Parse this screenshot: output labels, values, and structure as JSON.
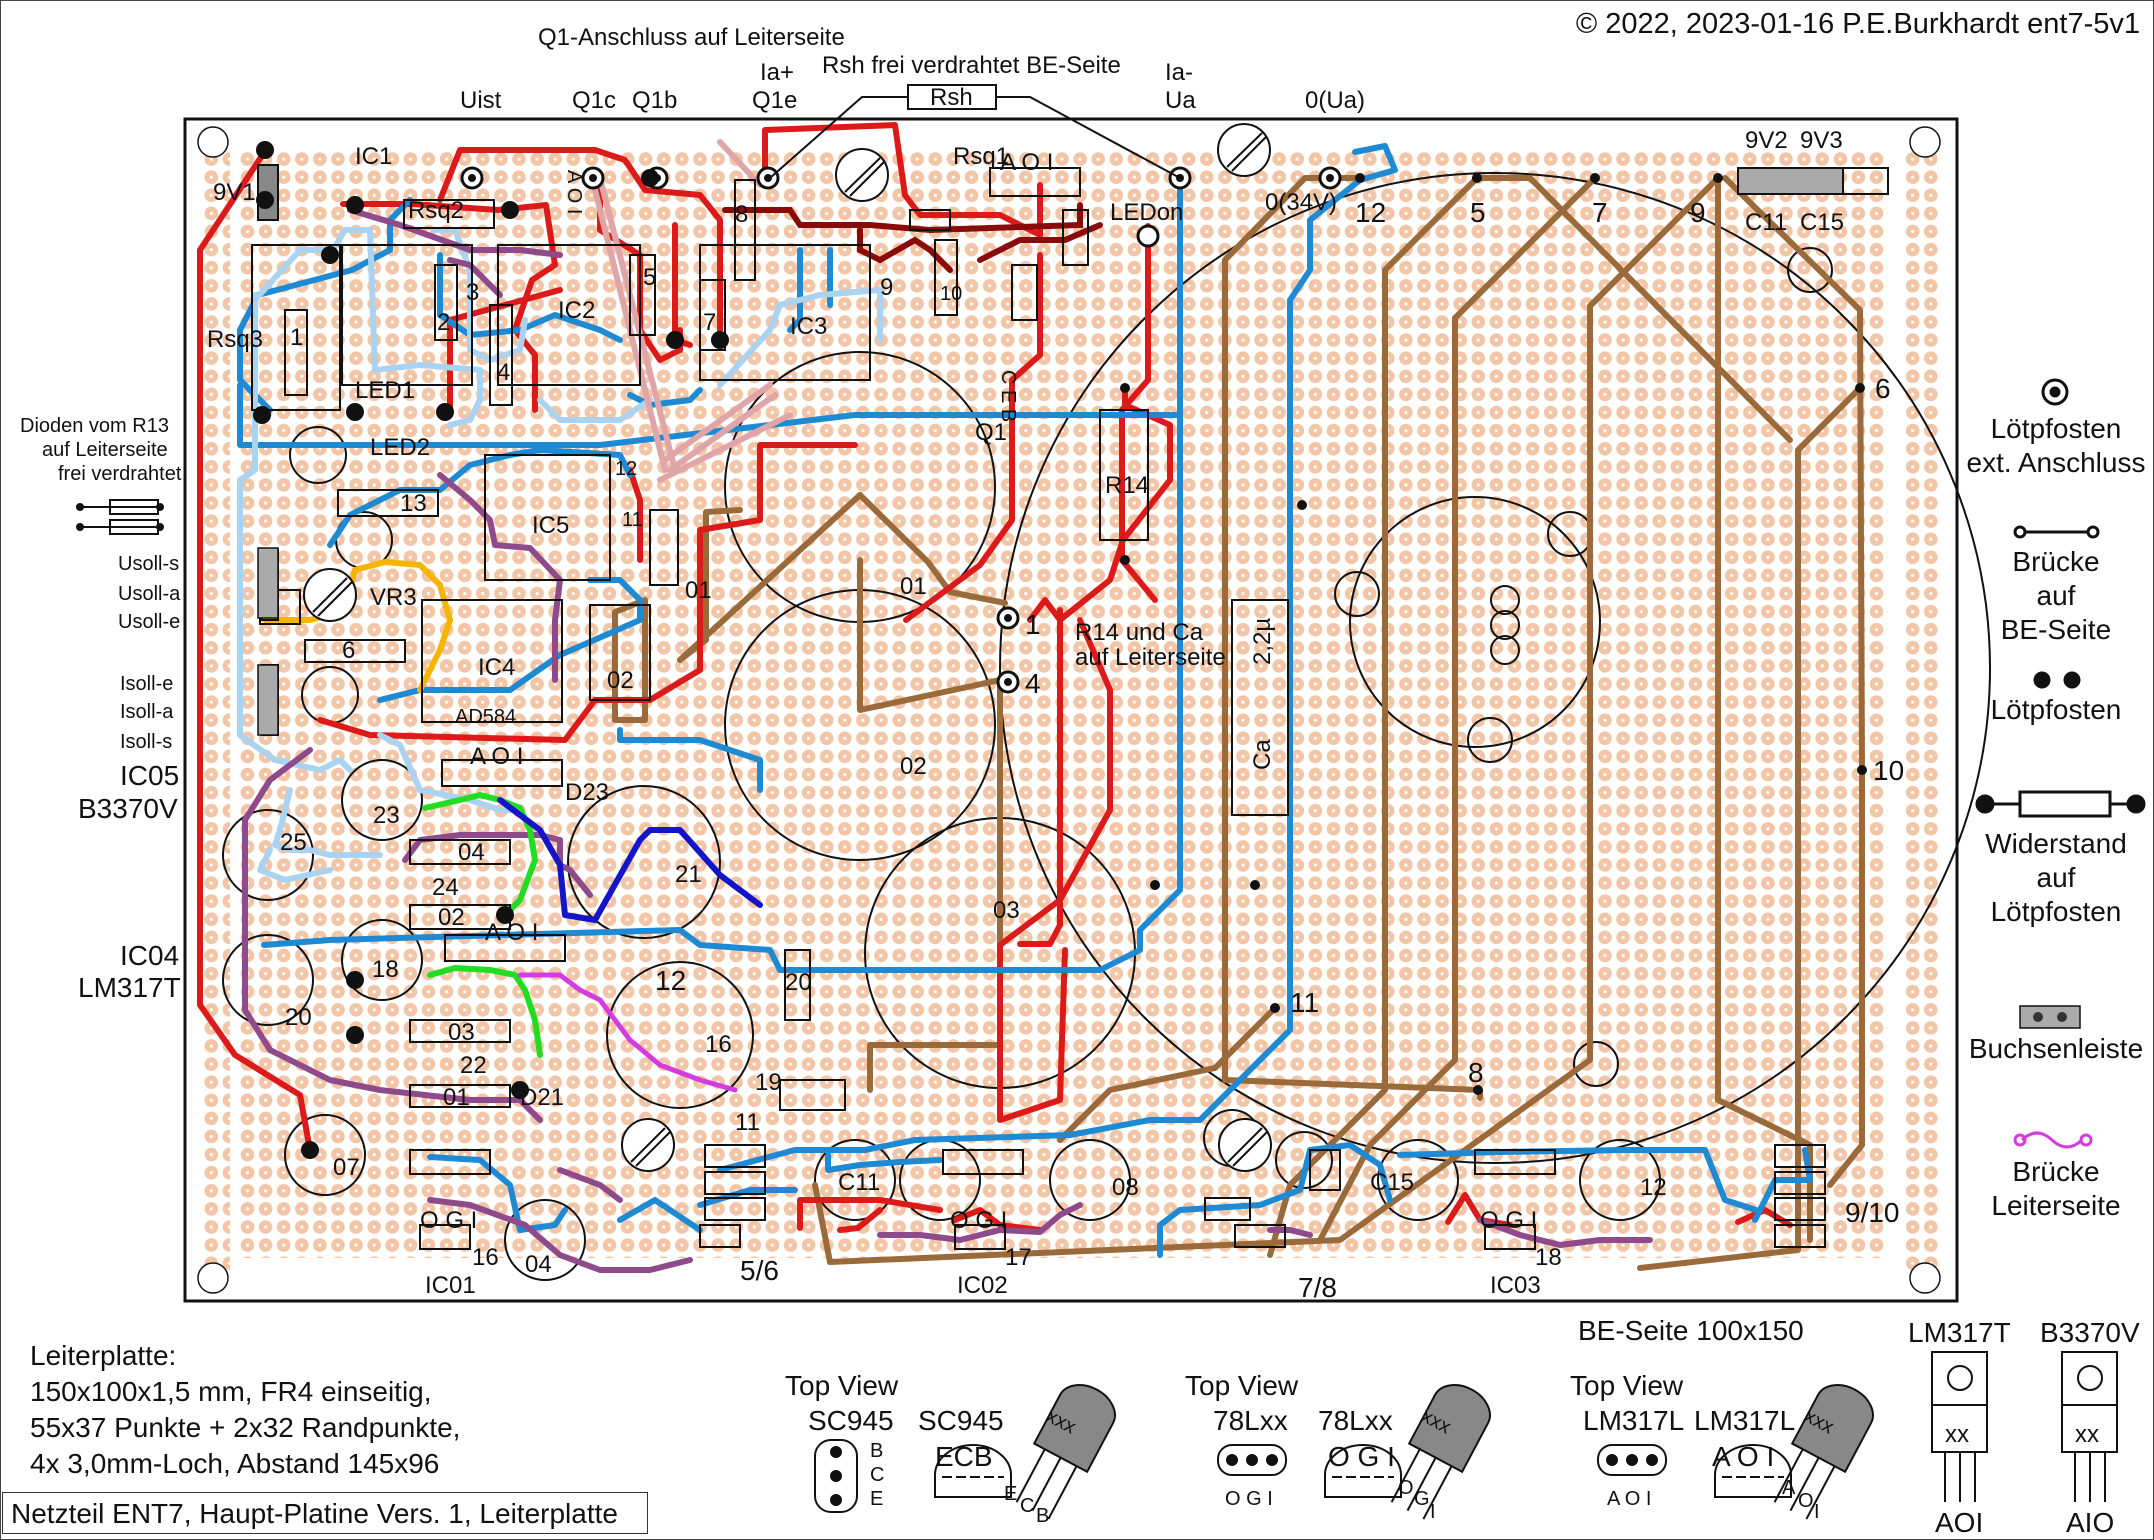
{
  "copyright": "© 2022, 2023-01-16 P.E.Burkhardt ent7-5v1",
  "caption": "Netzteil ENT7, Haupt-Platine Vers. 1, Leiterplatte",
  "board_spec": [
    "Leiterplatte:",
    "150x100x1,5 mm, FR4 einseitig,",
    "55x37 Punkte + 2x32 Randpunkte,",
    "4x 3,0mm-Loch, Abstand 145x96"
  ],
  "be_side": "BE-Seite 100x150",
  "top_labels": {
    "q1_anschluss": "Q1-Anschluss auf Leiterseite",
    "rsh_frei": "Rsh frei verdrahtet BE-Seite",
    "uist": "Uist",
    "q1c": "Q1c",
    "q1b": "Q1b",
    "ia_plus_1": "Ia+",
    "ia_plus_2": "Q1e",
    "rsh": "Rsh",
    "ia_minus_1": "Ia-",
    "ia_minus_2": "Ua",
    "zero_ua": "0(Ua)"
  },
  "left_labels": {
    "dioden_1": "Dioden vom R13",
    "dioden_2": "auf Leiterseite",
    "dioden_3": "frei verdrahtet",
    "usoll_s": "Usoll-s",
    "usoll_a": "Usoll-a",
    "usoll_e": "Usoll-e",
    "isoll_e": "Isoll-e",
    "isoll_a": "Isoll-a",
    "isoll_s": "Isoll-s",
    "ic05": "IC05",
    "b3370v": "B3370V",
    "ic04": "IC04",
    "lm317t": "LM317T",
    "v9v1": "9V1"
  },
  "board_labels": {
    "ic1": "IC1",
    "ic2": "IC2",
    "ic3": "IC3",
    "ic4": "IC4",
    "ic5": "IC5",
    "ad584": "AD584",
    "rsq1": "Rsq1",
    "rsq2": "Rsq2",
    "rsq3": "Rsq3",
    "led1": "LED1",
    "led2": "LED2",
    "ledon": "LEDon",
    "q1": "Q1",
    "r14": "R14",
    "vr3": "VR3",
    "ca": "Ca",
    "cap_val": "2,2µ",
    "r14_note_1": "R14 und Ca",
    "r14_note_2": "auf Leiterseite",
    "zero_34": "0(34V)",
    "v9v2": "9V2",
    "v9v3": "9V3",
    "c11_top": "C11",
    "c15_top": "C15",
    "ic01": "IC01",
    "ic02": "IC02",
    "ic03": "IC03",
    "d21": "D21",
    "d23": "D23",
    "c11": "C11",
    "c15": "C15",
    "aoi": "A O I",
    "ogi": "O G I",
    "cap01": "01",
    "cap02": "02",
    "cap03": "03",
    "cap21": "21",
    "cap16": "16",
    "cap23": "23",
    "cap25": "25",
    "cap18": "18",
    "cap20": "20",
    "cap07": "07",
    "cap04": "04",
    "cap08": "08",
    "cap12": "12",
    "r13": "13",
    "r6": "6",
    "r04": "04",
    "r02": "02",
    "r03": "03",
    "r01": "01",
    "d24": "24",
    "d22": "22",
    "r20": "20",
    "d19": "19",
    "d16": "16",
    "d17": "17",
    "d18": "18",
    "r11": "11",
    "d01": "01",
    "d02": "02",
    "r1": "1",
    "r2": "2",
    "r3": "3",
    "r4": "4",
    "r5": "5",
    "r7": "7",
    "r8": "8",
    "r9": "9",
    "r10": "10",
    "r12": "12",
    "r11b": "11",
    "aoi_vert": "A O I",
    "ceb": "C E B"
  },
  "connector_numbers": {
    "n1": "1",
    "n4": "4",
    "n5": "5",
    "n6": "6",
    "n7": "7",
    "n8": "8",
    "n9": "9",
    "n10": "10",
    "n11": "11",
    "n12": "12",
    "n56": "5/6",
    "n78": "7/8",
    "n910": "9/10"
  },
  "legend": {
    "loetpfosten_ext_1": "Lötpfosten",
    "loetpfosten_ext_2": "ext. Anschluss",
    "bruecke_be_1": "Brücke",
    "bruecke_be_2": "auf",
    "bruecke_be_3": "BE-Seite",
    "loetpfosten": "Lötpfosten",
    "widerstand_1": "Widerstand",
    "widerstand_2": "auf",
    "widerstand_3": "Lötpfosten",
    "buchsenleiste": "Buchsenleiste",
    "bruecke_leit_1": "Brücke",
    "bruecke_leit_2": "Leiterseite"
  },
  "packages": {
    "top_view": "Top View",
    "sc945": "SC945",
    "sc945_pins_v": [
      "B",
      "C",
      "E"
    ],
    "sc945_ecb": "ECB",
    "sc945_pins_3d": [
      "E",
      "C",
      "B"
    ],
    "l78": "78Lxx",
    "l78_pins": "O G I",
    "l78_ogi": "O G I",
    "l78_pins_3d": [
      "O",
      "G",
      "I"
    ],
    "lm317l": "LM317L",
    "lm317l_pins": "A O I",
    "lm317l_aoi": "A O I",
    "lm317l_pins_3d": [
      "A",
      "O",
      "I"
    ],
    "lm317t": "LM317T",
    "lm317t_pins": "AOI",
    "b3370v": "B3370V",
    "b3370v_pins": "AIO",
    "xx": "xx",
    "xxx": "xxx"
  },
  "colors": {
    "pad": "#f2c5a6",
    "trace_red": "#dd1a1a",
    "trace_blue": "#1f8ad4",
    "trace_lightblue": "#a9d3f0",
    "trace_brown": "#9b6a3a",
    "trace_purple": "#8e4a8a",
    "trace_green": "#22dd22",
    "trace_navy": "#1414c8",
    "trace_magenta": "#d43ce0",
    "trace_yellow": "#f6b400",
    "trace_darkred": "#8b0a0a",
    "trace_pink": "#e0a5a8"
  }
}
